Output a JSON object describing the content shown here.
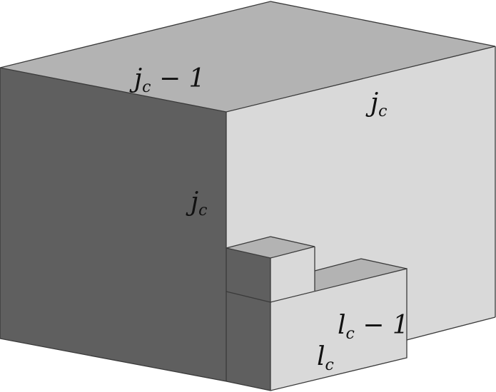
{
  "colors": {
    "top": "#b3b3b3",
    "left": "#5f5f5f",
    "right": "#d9d9d9",
    "edge": "#3a3a3a"
  },
  "labels": {
    "top_face": {
      "base": "j",
      "sub": "c",
      "suffix": " − 1"
    },
    "right_face": {
      "base": "j",
      "sub": "c"
    },
    "left_face": {
      "base": "j",
      "sub": "c"
    },
    "step_front": {
      "base": "l",
      "sub": "c",
      "suffix": " − 1"
    },
    "step_bottom": {
      "base": "l",
      "sub": "c"
    }
  }
}
